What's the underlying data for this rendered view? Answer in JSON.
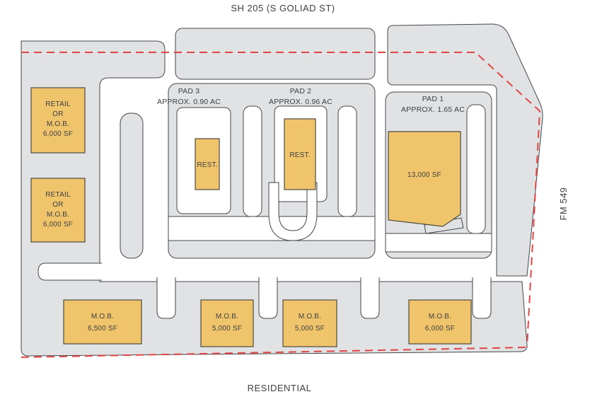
{
  "page": {
    "street_top": "SH 205 (S GOLIAD ST)",
    "street_right": "FM 549",
    "area_bottom": "RESIDENTIAL"
  },
  "colors": {
    "site_gray": "#e0e2e4",
    "building_yellow": "#f0c46b",
    "boundary_red": "#e04545",
    "outline_dark": "#45474b"
  },
  "pads": [
    {
      "name": "PAD 3",
      "area": "APPROX. 0.90 AC"
    },
    {
      "name": "PAD 2",
      "area": "APPROX. 0.96 AC"
    },
    {
      "name": "PAD 1",
      "area": "APPROX. 1.65 AC"
    }
  ],
  "buildings": {
    "retail_upper": {
      "line1": "RETAIL",
      "line2": "OR",
      "line3": "M.O.B.",
      "line4": "6,000 SF"
    },
    "retail_lower": {
      "line1": "RETAIL",
      "line2": "OR",
      "line3": "M.O.B.",
      "line4": "6,000 SF"
    },
    "rest_pad3": {
      "label": "REST."
    },
    "rest_pad2": {
      "label": "REST."
    },
    "pad1": {
      "label": "13,000 SF"
    },
    "mob1": {
      "line1": "M.O.B.",
      "line2": "6,500 SF"
    },
    "mob2": {
      "line1": "M.O.B.",
      "line2": "5,000 SF"
    },
    "mob3": {
      "line1": "M.O.B.",
      "line2": "5,000 SF"
    },
    "mob4": {
      "line1": "M.O.B.",
      "line2": "6,000 SF"
    }
  }
}
